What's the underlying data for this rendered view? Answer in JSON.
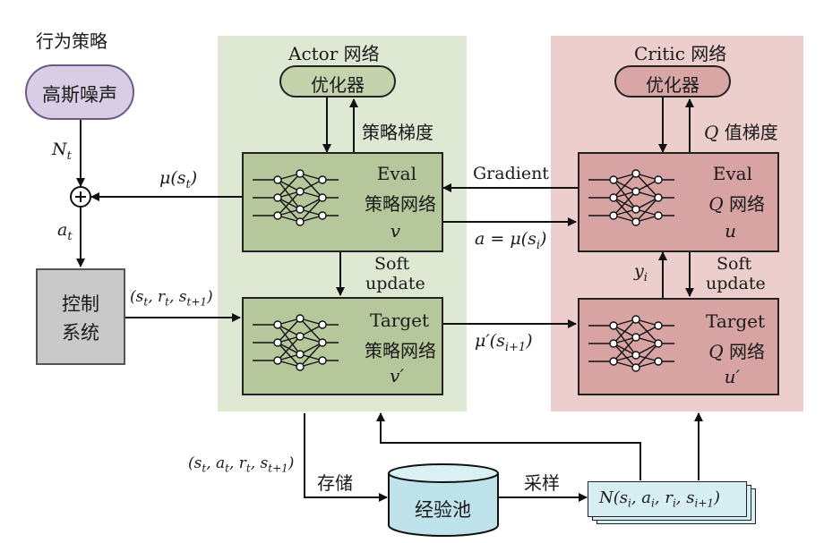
{
  "policy": {
    "title": "行为策略",
    "noise_label": "高斯噪声",
    "noise_sym": "N",
    "noise_sub": "t",
    "action_sym": "a",
    "action_sub": "t",
    "mu_st": "μ(s",
    "mu_st_sub": "t",
    "mu_st_close": ")"
  },
  "control": {
    "label_line1": "控制",
    "label_line2": "系统",
    "transition": "(s",
    "transition_full": "(st, rt, st+1)"
  },
  "actor": {
    "title": "Actor 网络",
    "optimizer": "优化器",
    "policy_gradient": "策略梯度",
    "eval_line1": "Eval",
    "eval_line2": "策略网络",
    "eval_sym": "v",
    "soft_line1": "Soft",
    "soft_line2": "update",
    "target_line1": "Target",
    "target_line2": "策略网络",
    "target_sym": "v′"
  },
  "critic": {
    "title": "Critic 网络",
    "optimizer": "优化器",
    "q_gradient": "值梯度",
    "q_sym": "Q",
    "eval_line1": "Eval",
    "eval_line2": "网络",
    "eval_sym": "u",
    "soft_line1": "Soft",
    "soft_line2": "update",
    "target_line1": "Target",
    "target_line2": "网络",
    "target_sym": "u′",
    "y_label": "y",
    "y_sub": "i"
  },
  "links": {
    "gradient": "Gradient",
    "a_mu": "a = μ(s",
    "a_mu_sub": "i",
    "a_mu_close": ")",
    "mu_prime": "μ′(s",
    "mu_prime_sub": "i+1",
    "mu_prime_close": ")",
    "store_tuple": "(st, at, rt, st+1)",
    "store_label": "存储",
    "sample_label": "采样"
  },
  "replay": {
    "label": "经验池",
    "batch": "N(si, ai, ri, si+1)"
  },
  "colors": {
    "actor_panel": "#dfe8d3",
    "actor_box": "#b7c79c",
    "critic_panel": "#eccfcc",
    "critic_box": "#d7a3a3",
    "noise": "#d9cde6",
    "control": "#c9c9c9",
    "replay": "#bfe3ea",
    "batch": "#d7eef2",
    "optimizer_actor": "#c5d3ad",
    "optimizer_critic": "#d9a6a6"
  }
}
